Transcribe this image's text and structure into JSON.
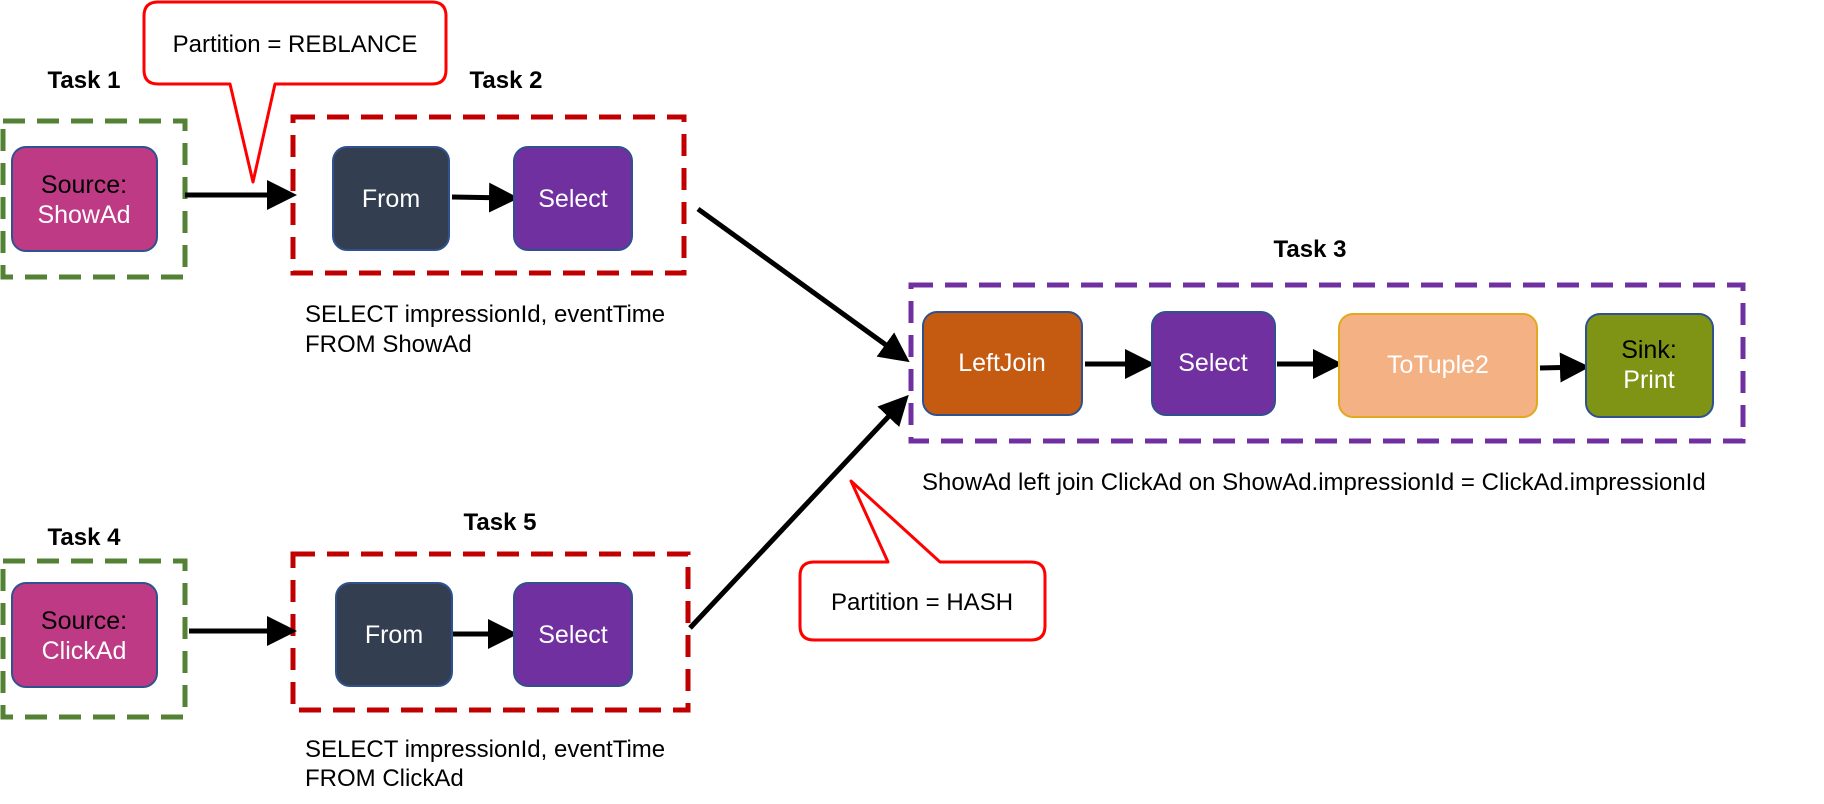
{
  "tasks": {
    "task1": "Task 1",
    "task2": "Task 2",
    "task3": "Task 3",
    "task4": "Task 4",
    "task5": "Task 5"
  },
  "nodes": {
    "source_showad": [
      "Source:",
      "ShowAd"
    ],
    "from_showad": "From",
    "select_showad": "Select",
    "source_clickad": [
      "Source:",
      "ClickAd"
    ],
    "from_clickad": "From",
    "select_clickad": "Select",
    "leftjoin": "LeftJoin",
    "select_join": "Select",
    "totuple2": "ToTuple2",
    "sink_print": [
      "Sink:",
      "Print"
    ]
  },
  "annotations": {
    "sql_showad": [
      "SELECT impressionId, eventTime",
      "FROM ShowAd"
    ],
    "sql_clickad": [
      "SELECT impressionId, eventTime",
      "FROM ClickAd"
    ],
    "join_condition": "ShowAd left join ClickAd on ShowAd.impressionId = ClickAd.impressionId"
  },
  "callouts": {
    "rebalance": "Partition = REBLANCE",
    "hash": "Partition = HASH"
  },
  "colors": {
    "source": "#bf3a85",
    "from": "#333f50",
    "select": "#7030a0",
    "leftjoin": "#c55a11",
    "totuple2": "#f4b183",
    "sink": "#7f9315",
    "task_green_border": "#548235",
    "task_red_border": "#c00000",
    "task_purple_border": "#7030a0",
    "callout_border": "#ff0000"
  }
}
